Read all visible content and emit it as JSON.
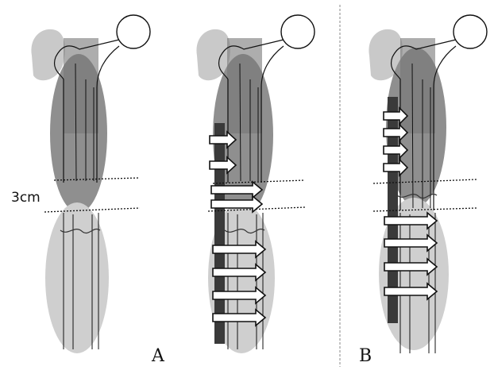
{
  "figure": {
    "measurement_label": "3cm",
    "panel_label_a": "A",
    "panel_label_b": "B"
  },
  "colors": {
    "background": "#ffffff",
    "bone_outline": "#111111",
    "shade_light": "#c9c9c9",
    "shade_mid": "#9a9a9a",
    "shade_dark": "#6d6d6d",
    "plate": "#3a3a3a",
    "screw_fill": "#ffffff",
    "divider": "#8a8a8a"
  },
  "panels": [
    {
      "id": "A-left",
      "screws": 0,
      "plate": false
    },
    {
      "id": "A-right",
      "screws": 8,
      "plate": true
    },
    {
      "id": "B",
      "screws": 8,
      "plate": true
    }
  ]
}
